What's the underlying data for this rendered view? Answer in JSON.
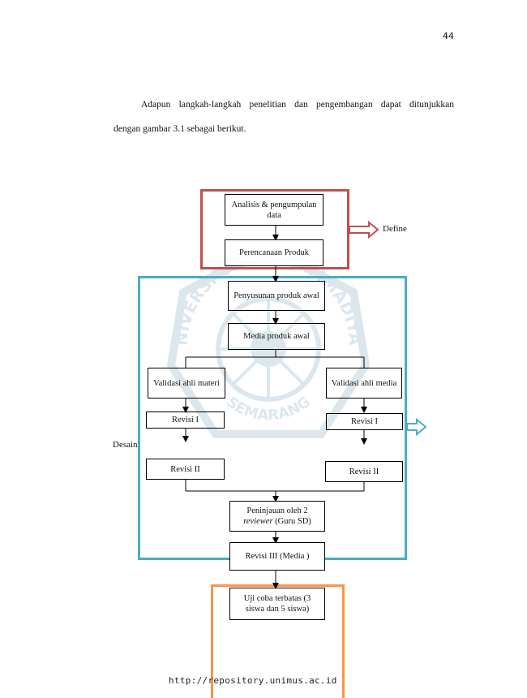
{
  "page_number": "44",
  "paragraph": {
    "line1": "Adapun langkah-langkah penelitian dan pengembangan dapat ditunjukkan",
    "line2": "dengan gambar 3.1 sebagai berikut."
  },
  "diagram": {
    "phases": {
      "define": "Define",
      "desain": "Desain"
    },
    "nodes": {
      "analisis": "Analisis & pengumpulan data",
      "perencanaan": "Perencanaan Produk",
      "penyusunan": "Penyusunan produk awal",
      "media_awal": "Media produk awal",
      "validasi_materi": "Validasi ahli materi",
      "validasi_media": "Validasi ahli media",
      "revisi1_left": "Revisi I",
      "revisi1_right": "Revisi I",
      "revisi2_left": "Revisi II",
      "revisi2_right": "Revisi II",
      "peninjauan_line1": "Peninjauan oleh 2",
      "peninjauan_italic": "reviewer",
      "peninjauan_rest": " (Guru SD)",
      "revisi3": "Revisi III (Media )",
      "uji_coba": "Uji coba terbatas (3 siswa dan 5 siswa)"
    },
    "colors": {
      "define": "#c0504d",
      "desain": "#4bacc6",
      "develop": "#f79646"
    }
  },
  "watermark": {
    "top_text": "UNIVERSITAS MUHAMMADIYAH",
    "bottom_text": "SEMARANG"
  },
  "footer_url": "http://repository.unimus.ac.id"
}
